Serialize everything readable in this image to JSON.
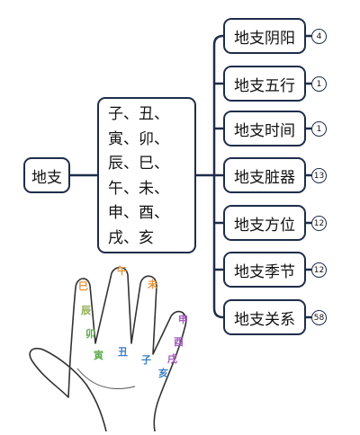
{
  "root": {
    "label": "地支"
  },
  "branches": [
    "子、丑、",
    "寅、卯、",
    "辰、巳、",
    "午、未、",
    "申、酉、",
    "戌、亥"
  ],
  "categories": [
    {
      "label": "地支阴阳",
      "count": "4"
    },
    {
      "label": "地支五行",
      "count": "1"
    },
    {
      "label": "地支时间",
      "count": "1"
    },
    {
      "label": "地支脏器",
      "count": "13"
    },
    {
      "label": "地支方位",
      "count": "12"
    },
    {
      "label": "地支季节",
      "count": "12"
    },
    {
      "label": "地支关系",
      "count": "58"
    }
  ],
  "hand_labels": {
    "si": "巳",
    "wu": "午",
    "wei": "未",
    "chen": "辰",
    "mao": "卯",
    "yin": "寅",
    "chou": "丑",
    "zi": "子",
    "hai": "亥",
    "shen": "申",
    "you": "酉",
    "xu": "戌"
  },
  "colors": {
    "line": "#1e2d4a",
    "orange": "#e8953a",
    "olive": "#8ea84a",
    "green": "#5aa84a",
    "blue": "#3a7dc0",
    "purple": "#a65fc0"
  }
}
